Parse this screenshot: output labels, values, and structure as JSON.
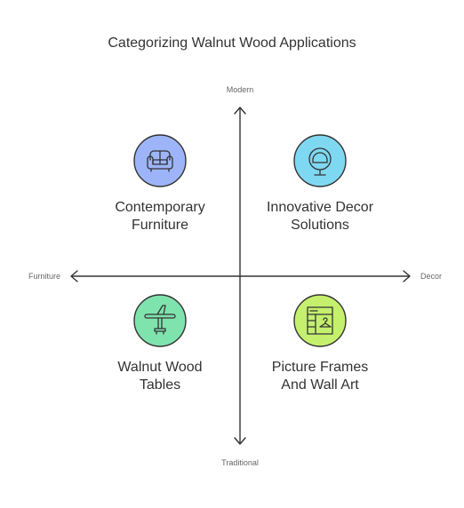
{
  "title": "Categorizing Walnut Wood Applications",
  "axes": {
    "top": "Modern",
    "bottom": "Traditional",
    "left": "Furniture",
    "right": "Decor"
  },
  "quadrants": [
    {
      "id": "top-left",
      "label_line1": "Contemporary",
      "label_line2": "Furniture",
      "color": "#9db5f8",
      "icon": "sofa-icon"
    },
    {
      "id": "top-right",
      "label_line1": "Innovative Decor",
      "label_line2": "Solutions",
      "color": "#7fd8f2",
      "icon": "egg-chair-icon"
    },
    {
      "id": "bottom-left",
      "label_line1": "Walnut Wood",
      "label_line2": "Tables",
      "color": "#7fe3ad",
      "icon": "pedestal-table-icon"
    },
    {
      "id": "bottom-right",
      "label_line1": "Picture Frames",
      "label_line2": "And Wall Art",
      "color": "#c4f06d",
      "icon": "shelf-frames-icon"
    }
  ],
  "colors": {
    "axis": "#333333",
    "icon_stroke": "#333333"
  }
}
